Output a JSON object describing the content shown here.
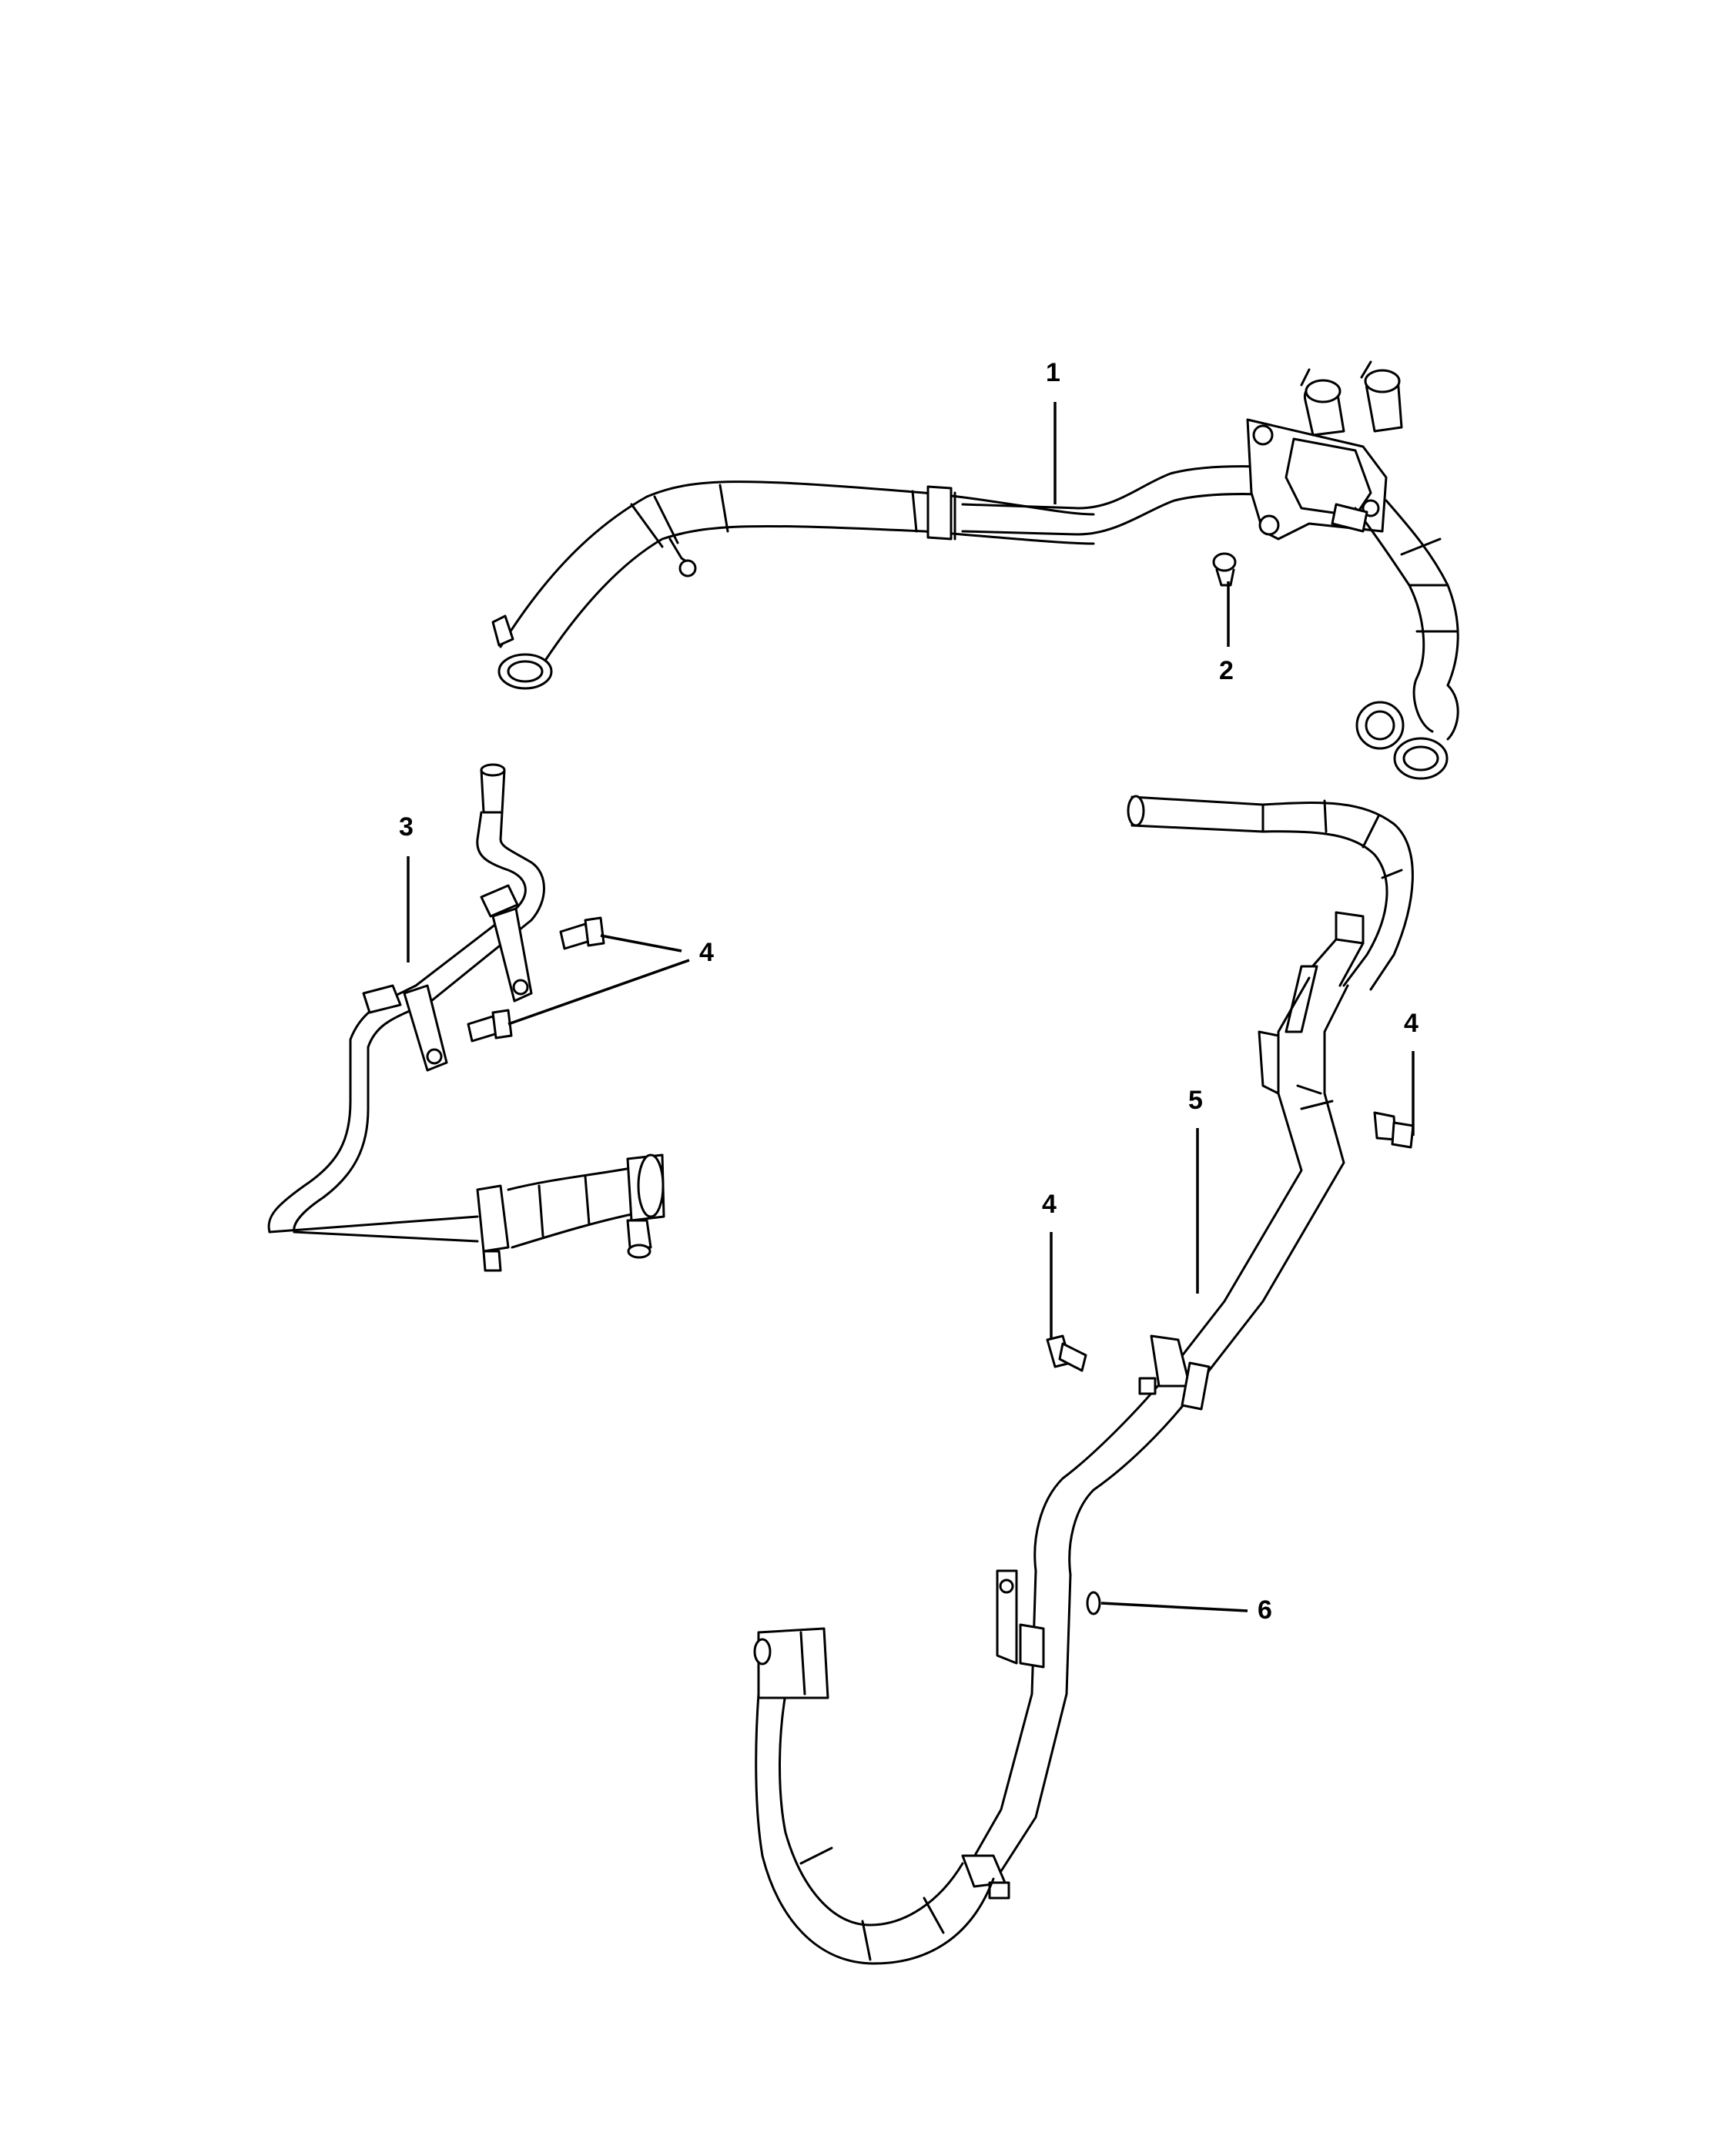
{
  "callouts": [
    {
      "id": "1",
      "label": "1"
    },
    {
      "id": "2",
      "label": "2"
    },
    {
      "id": "3",
      "label": "3"
    },
    {
      "id": "4a",
      "label": "4"
    },
    {
      "id": "4b",
      "label": "4"
    },
    {
      "id": "4c",
      "label": "4"
    },
    {
      "id": "5",
      "label": "5"
    },
    {
      "id": "6",
      "label": "6"
    }
  ]
}
